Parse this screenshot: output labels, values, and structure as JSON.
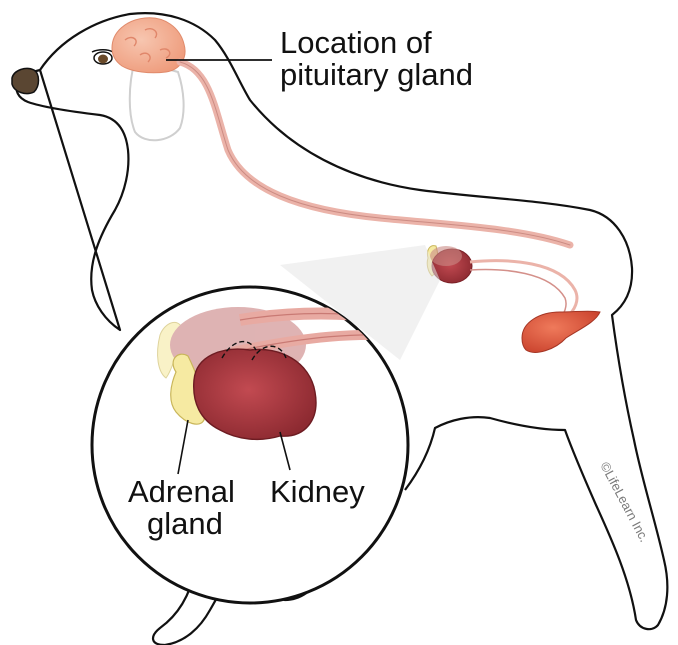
{
  "labels": {
    "pituitary_line1": "Location of",
    "pituitary_line2": "pituitary gland",
    "adrenal_line1": "Adrenal",
    "adrenal_line2": "gland",
    "kidney": "Kidney",
    "copyright": "©LifeLearn Inc."
  },
  "colors": {
    "outline": "#111111",
    "brain": "#f2a98a",
    "spinal_cord": "#ebb3a9",
    "kidney": "#a8363d",
    "adrenal": "#f6eaa2",
    "bladder": "#d9533a"
  }
}
